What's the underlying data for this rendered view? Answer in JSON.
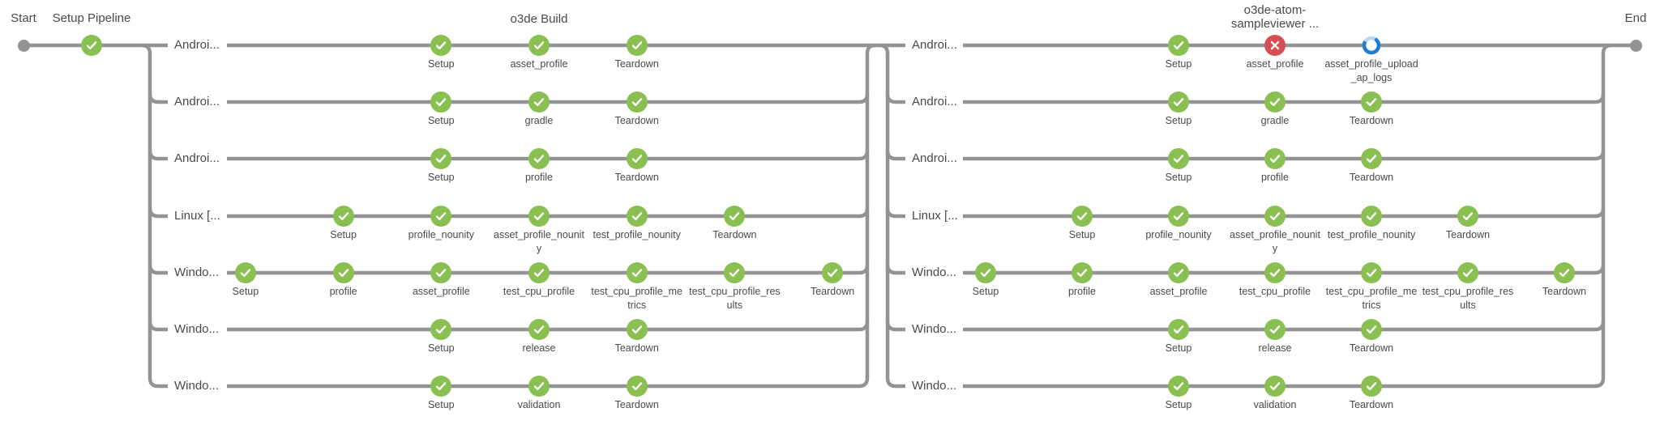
{
  "colors": {
    "line": "#949393",
    "text": "#4a4a4a",
    "success": "#8ac052",
    "failure": "#d64d53",
    "running": "#1d7dcf",
    "running_track": "#b9d7f2",
    "dot": "#949393"
  },
  "terminals": {
    "start_label": "Start",
    "end_label": "End"
  },
  "setup_stage": {
    "label": "Setup Pipeline",
    "status": "success"
  },
  "sections": [
    {
      "title": "o3de Build",
      "title_lines": [
        "o3de Build"
      ],
      "branches": [
        {
          "label": "Androi...",
          "steps": [
            {
              "name": "Setup",
              "status": "success"
            },
            {
              "name": "asset_profile",
              "status": "success"
            },
            {
              "name": "Teardown",
              "status": "success"
            }
          ]
        },
        {
          "label": "Androi...",
          "steps": [
            {
              "name": "Setup",
              "status": "success"
            },
            {
              "name": "gradle",
              "status": "success"
            },
            {
              "name": "Teardown",
              "status": "success"
            }
          ]
        },
        {
          "label": "Androi...",
          "steps": [
            {
              "name": "Setup",
              "status": "success"
            },
            {
              "name": "profile",
              "status": "success"
            },
            {
              "name": "Teardown",
              "status": "success"
            }
          ]
        },
        {
          "label": "Linux [...",
          "steps": [
            {
              "name": "Setup",
              "status": "success"
            },
            {
              "name": "profile_nounity",
              "status": "success"
            },
            {
              "name": "asset_profile_nounity",
              "status": "success"
            },
            {
              "name": "test_profile_nounity",
              "status": "success"
            },
            {
              "name": "Teardown",
              "status": "success"
            }
          ]
        },
        {
          "label": "Windo...",
          "steps": [
            {
              "name": "Setup",
              "status": "success"
            },
            {
              "name": "profile",
              "status": "success"
            },
            {
              "name": "asset_profile",
              "status": "success"
            },
            {
              "name": "test_cpu_profile",
              "status": "success"
            },
            {
              "name": "test_cpu_profile_metrics",
              "status": "success"
            },
            {
              "name": "test_cpu_profile_results",
              "status": "success"
            },
            {
              "name": "Teardown",
              "status": "success"
            }
          ]
        },
        {
          "label": "Windo...",
          "steps": [
            {
              "name": "Setup",
              "status": "success"
            },
            {
              "name": "release",
              "status": "success"
            },
            {
              "name": "Teardown",
              "status": "success"
            }
          ]
        },
        {
          "label": "Windo...",
          "steps": [
            {
              "name": "Setup",
              "status": "success"
            },
            {
              "name": "validation",
              "status": "success"
            },
            {
              "name": "Teardown",
              "status": "success"
            }
          ]
        }
      ]
    },
    {
      "title": "o3de-atom-sampleviewer ...",
      "title_lines": [
        "o3de-atom-",
        "sampleviewer ..."
      ],
      "branches": [
        {
          "label": "Androi...",
          "steps": [
            {
              "name": "Setup",
              "status": "success"
            },
            {
              "name": "asset_profile",
              "status": "failure"
            },
            {
              "name": "asset_profile_upload_ap_logs",
              "status": "running"
            }
          ]
        },
        {
          "label": "Androi...",
          "steps": [
            {
              "name": "Setup",
              "status": "success"
            },
            {
              "name": "gradle",
              "status": "success"
            },
            {
              "name": "Teardown",
              "status": "success"
            }
          ]
        },
        {
          "label": "Androi...",
          "steps": [
            {
              "name": "Setup",
              "status": "success"
            },
            {
              "name": "profile",
              "status": "success"
            },
            {
              "name": "Teardown",
              "status": "success"
            }
          ]
        },
        {
          "label": "Linux [...",
          "steps": [
            {
              "name": "Setup",
              "status": "success"
            },
            {
              "name": "profile_nounity",
              "status": "success"
            },
            {
              "name": "asset_profile_nounity",
              "status": "success"
            },
            {
              "name": "test_profile_nounity",
              "status": "success"
            },
            {
              "name": "Teardown",
              "status": "success"
            }
          ]
        },
        {
          "label": "Windo...",
          "steps": [
            {
              "name": "Setup",
              "status": "success"
            },
            {
              "name": "profile",
              "status": "success"
            },
            {
              "name": "asset_profile",
              "status": "success"
            },
            {
              "name": "test_cpu_profile",
              "status": "success"
            },
            {
              "name": "test_cpu_profile_metrics",
              "status": "success"
            },
            {
              "name": "test_cpu_profile_results",
              "status": "success"
            },
            {
              "name": "Teardown",
              "status": "success"
            }
          ]
        },
        {
          "label": "Windo...",
          "steps": [
            {
              "name": "Setup",
              "status": "success"
            },
            {
              "name": "release",
              "status": "success"
            },
            {
              "name": "Teardown",
              "status": "success"
            }
          ]
        },
        {
          "label": "Windo...",
          "steps": [
            {
              "name": "Setup",
              "status": "success"
            },
            {
              "name": "validation",
              "status": "success"
            },
            {
              "name": "Teardown",
              "status": "success"
            }
          ]
        }
      ]
    }
  ]
}
